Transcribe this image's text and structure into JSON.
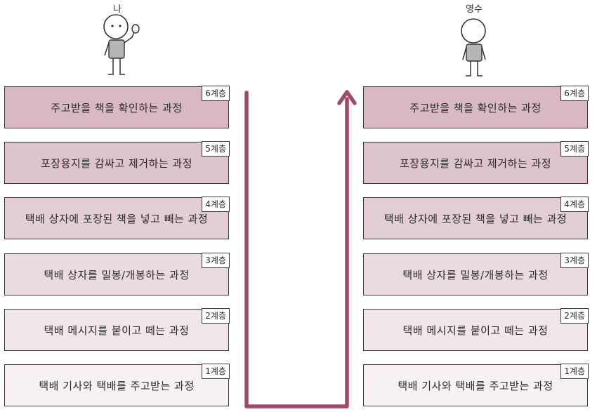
{
  "people": {
    "left": "나",
    "right": "영수"
  },
  "layers": [
    {
      "tag": "6계층",
      "label": "주고받을 책을 확인하는 과정",
      "color": "#d7b8c3"
    },
    {
      "tag": "5계층",
      "label": "포장용지를 감싸고 제거하는 과정",
      "color": "#ddc3cc"
    },
    {
      "tag": "4계층",
      "label": "택배 상자에 포장된 책을 넣고 빼는 과정",
      "color": "#e3ced5"
    },
    {
      "tag": "3계층",
      "label": "택배 상자를 밀봉/개봉하는 과정",
      "color": "#eadbe0"
    },
    {
      "tag": "2계층",
      "label": "택배 메시지를 붙이고 떼는 과정",
      "color": "#f1e6ea"
    },
    {
      "tag": "1계층",
      "label": "택배 기사와 택배를 주고받는 과정",
      "color": "#f7f1f3"
    }
  ],
  "colors": {
    "arrow": "#a04a68",
    "stroke": "#3a3a3a"
  }
}
